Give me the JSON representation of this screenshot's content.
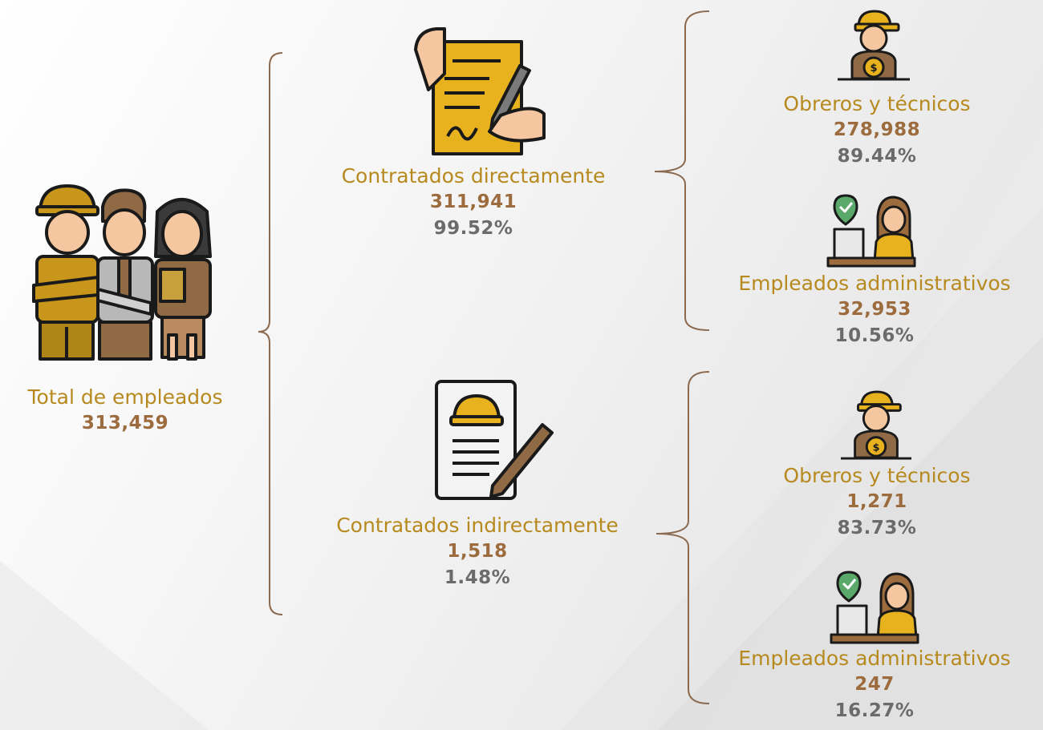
{
  "total": {
    "label": "Total de empleados",
    "value": "313,459"
  },
  "direct": {
    "label": "Contratados directamente",
    "value": "311,941",
    "percent": "99.52%"
  },
  "direct_obreros": {
    "label": "Obreros y técnicos",
    "value": "278,988",
    "percent": "89.44%"
  },
  "direct_admin": {
    "label": "Empleados administrativos",
    "value": "32,953",
    "percent": "10.56%"
  },
  "indirect": {
    "label": "Contratados indirectamente",
    "value": "1,518",
    "percent": "1.48%"
  },
  "indirect_obreros": {
    "label": "Obreros y técnicos",
    "value": "1,271",
    "percent": "83.73%"
  },
  "indirect_admin": {
    "label": "Empleados administrativos",
    "value": "247",
    "percent": "16.27%"
  },
  "colors": {
    "label": "#b78a1f",
    "value": "#9c6c3e",
    "percent": "#6b6b6b",
    "bracket": "#8b6a4f"
  },
  "icons": [
    "workers-group-icon",
    "signing-contract-icon",
    "helmet-document-icon",
    "worker-coin-icon",
    "office-employee-icon"
  ]
}
